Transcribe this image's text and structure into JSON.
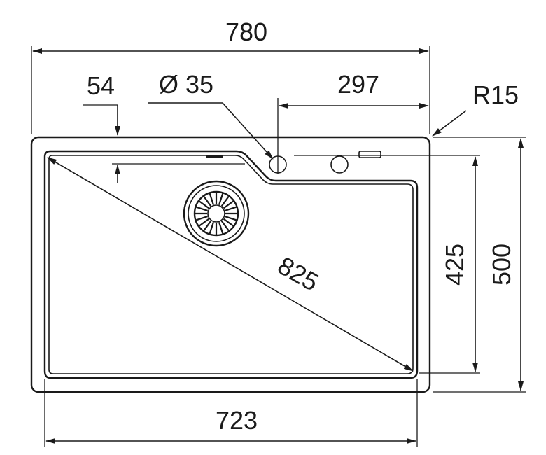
{
  "dimensions": {
    "overall_width": "780",
    "bowl_width": "723",
    "overall_depth": "500",
    "bowl_depth": "425",
    "diagonal": "825",
    "ledge_depth": "54",
    "tap_hole_diameter": "Ø 35",
    "tap_hole_offset": "297",
    "corner_radius": "R15"
  },
  "colors": {
    "line": "#1a1a1a",
    "background": "#ffffff"
  }
}
